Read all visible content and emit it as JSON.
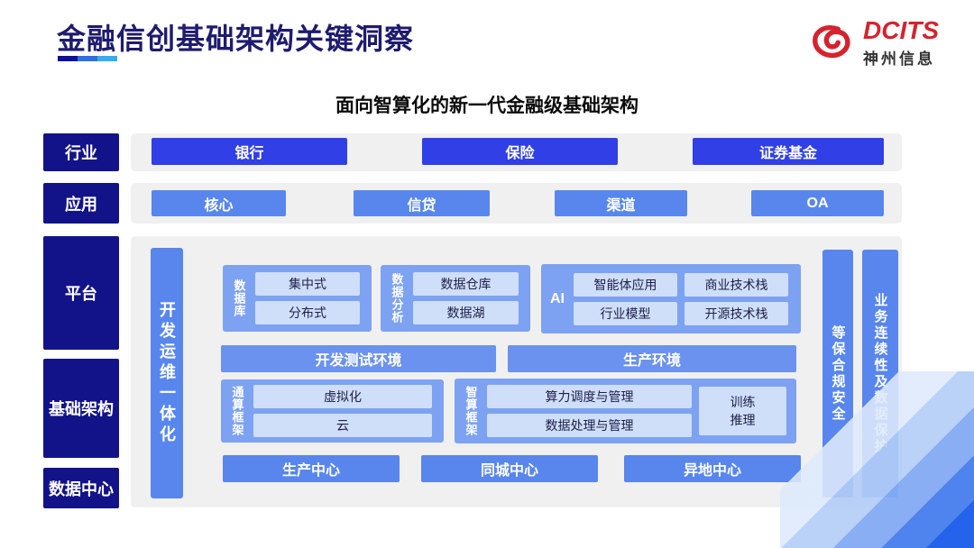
{
  "header": {
    "title": "金融信创基础架构关键洞察",
    "logo": {
      "brand": "DCITS",
      "company": "神州信息"
    }
  },
  "subtitle": "面向智算化的新一代金融级基础架构",
  "side_labels": {
    "industry": "行业",
    "application": "应用",
    "platform": "平台",
    "infrastructure": "基础架构",
    "datacenter": "数据中心"
  },
  "industry_row": {
    "items": [
      "银行",
      "保险",
      "证券基金"
    ]
  },
  "application_row": {
    "items": [
      "核心",
      "信贷",
      "渠道",
      "OA"
    ]
  },
  "devops_bar": "开发运维一体化",
  "database_group": {
    "label": "数据库",
    "items": [
      "集中式",
      "分布式"
    ]
  },
  "analytics_group": {
    "label": "数据分析",
    "items": [
      "数据仓库",
      "数据湖"
    ]
  },
  "ai_group": {
    "label": "AI",
    "items": [
      "智能体应用",
      "商业技术栈",
      "行业模型",
      "开源技术栈"
    ]
  },
  "env_bars": {
    "dev_test": "开发测试环境",
    "production": "生产环境"
  },
  "general_compute_group": {
    "label": "通算框架",
    "items": [
      "虚拟化",
      "云"
    ]
  },
  "ai_compute_group": {
    "label": "智算框架",
    "items": [
      "算力调度与管理",
      "数据处理与管理"
    ],
    "side_box": [
      "训练",
      "推理"
    ]
  },
  "centers_row": {
    "items": [
      "生产中心",
      "同城中心",
      "异地中心"
    ]
  },
  "right_bars": {
    "security": "等保合规安全",
    "continuity": "业务连续性及数据保护"
  },
  "colors": {
    "navy": "#131389",
    "title": "#1f1b6e",
    "bright-blue": "#3040e6",
    "mid-blue": "#5886ed",
    "bar-blue": "#6b92ee",
    "group-blue": "#7da2f2",
    "inner-blue": "#cfdef9",
    "inner-text": "#20204a",
    "panel-gray": "#f0f0f0",
    "logo-red": "#d5232e",
    "u1": "#0f109a",
    "u2": "#2f6fe0",
    "u3": "#35aef0"
  }
}
